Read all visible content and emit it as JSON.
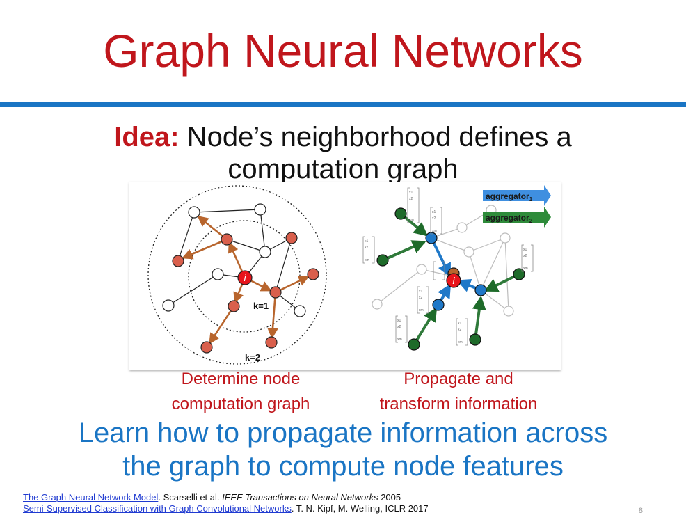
{
  "slide": {
    "title": "Graph Neural Networks",
    "idea_keyword": "Idea:",
    "idea_text_line1": "Node’s neighborhood defines a",
    "idea_text_line2": "computation graph",
    "caption_left_line1": "Determine node",
    "caption_left_line2": "computation graph",
    "caption_right_line1": "Propagate and",
    "caption_right_line2": "transform information",
    "learn_line1": "Learn how to propagate information across",
    "learn_line2": "the graph to compute node features",
    "page_number": "8"
  },
  "figure": {
    "left": {
      "center_label": "i",
      "k1_label": "k=1",
      "k2_label": "k=2"
    },
    "right": {
      "center_label": "i",
      "aggregator1_label": "aggregator",
      "aggregator1_sub": "1",
      "aggregator2_label": "aggregator",
      "aggregator2_sub": "2",
      "vector_entry_1": "x1",
      "vector_entry_2": "x2",
      "vector_entry_m": "xm"
    }
  },
  "references": [
    {
      "link": "The Graph Neural Network Model",
      "authors": ". Scarselli et al. ",
      "venue": "IEEE Transactions on Neural Networks",
      "year": " 2005"
    },
    {
      "link": "Semi-Supervised Classification with Graph Convolutional Networks",
      "authors": ". T. N. Kipf, M. Welling, ICLR 2017",
      "venue": "",
      "year": ""
    }
  ],
  "colors": {
    "title_red": "#c0161c",
    "rule_blue": "#1a75c4",
    "node_orange": "#d95f4c",
    "edge_orange": "#b8652d",
    "node_green": "#1e6b2a",
    "node_blue": "#1f78c8",
    "aggregator1_blue": "#3f8fe0",
    "aggregator2_green": "#2e8b3a"
  }
}
